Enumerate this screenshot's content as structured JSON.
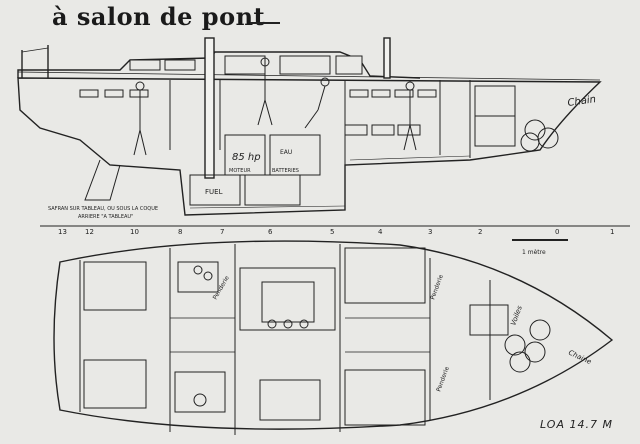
{
  "title": "à salon de pont",
  "profile": {
    "labels": {
      "chain": "Chain",
      "engine": "85 hp",
      "moteur": "MOTEUR",
      "batteries": "BATTERIES",
      "eau": "EAU",
      "fuel": "FUEL",
      "note_line1": "SAFRAN SUR TABLEAU, OU SOUS LA COQUE",
      "note_line2": "ARRIERE \"A TABLEAU\""
    },
    "scale_numbers": [
      "13",
      "12",
      "10",
      "8",
      "7",
      "6",
      "5",
      "4",
      "3",
      "2",
      "0",
      "1"
    ],
    "scale_note": "1 mètre"
  },
  "plan": {
    "labels": {
      "penderie1": "Penderie",
      "penderie2": "Penderie",
      "penderie3": "Penderie",
      "voiles": "Voiles",
      "chaine": "Chaine"
    }
  },
  "loa": "LOA 14.7 M"
}
